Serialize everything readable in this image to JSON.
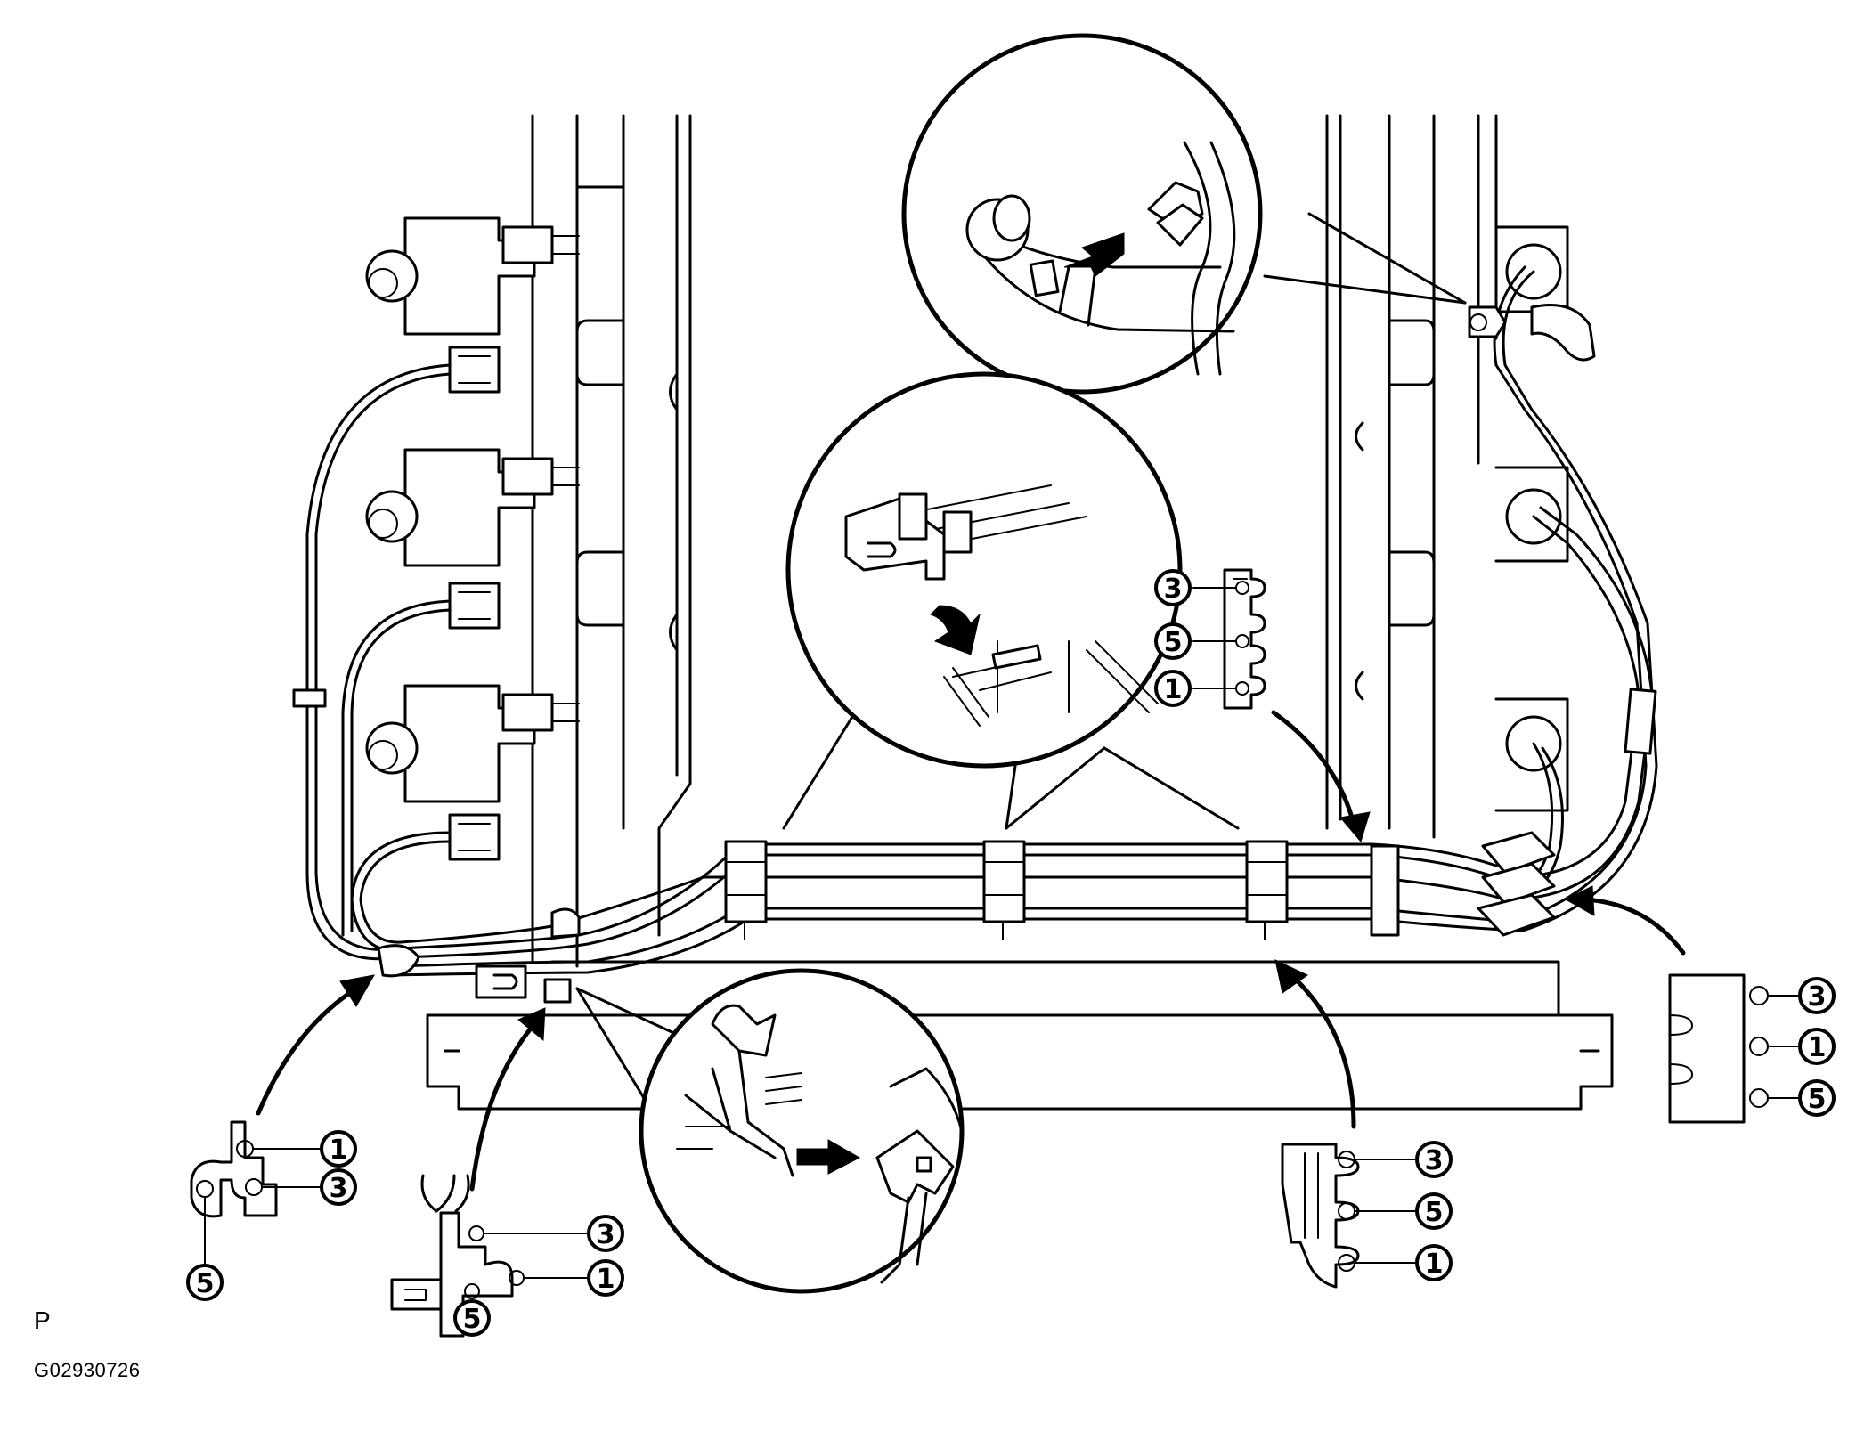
{
  "diagram": {
    "page_letter": "P",
    "figure_code": "G02930726",
    "callout_labels": {
      "upper_right": [
        "3",
        "5",
        "1"
      ],
      "far_right": [
        "3",
        "1",
        "5"
      ],
      "lower_left": [
        "1",
        "3",
        "5"
      ],
      "lower_center_left": [
        "3",
        "1",
        "5"
      ],
      "lower_center_right": [
        "3",
        "5",
        "1"
      ]
    },
    "icons": [
      "spark-plug-wire-clamp",
      "coil-connector",
      "detail-magnifier-circle",
      "direction-arrow"
    ]
  }
}
